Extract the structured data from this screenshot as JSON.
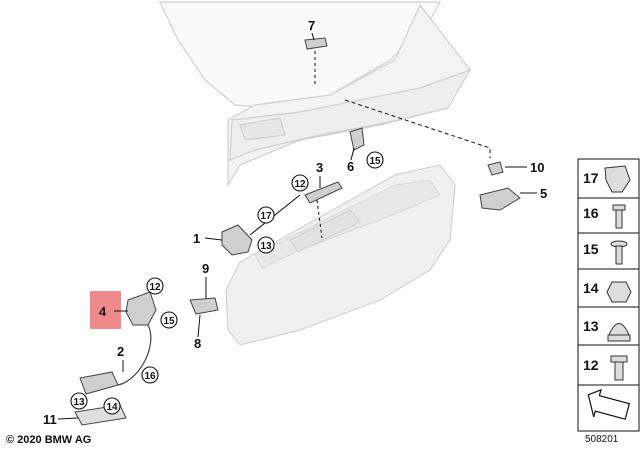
{
  "parts": {
    "p1": "1",
    "p2": "2",
    "p3": "3",
    "p4": "4",
    "p5": "5",
    "p6": "6",
    "p7": "7",
    "p8": "8",
    "p9": "9",
    "p10": "10",
    "p11": "11",
    "c12a": "12",
    "c12b": "12",
    "c13a": "13",
    "c13b": "13",
    "c14": "14",
    "c15a": "15",
    "c15b": "15",
    "c16": "16",
    "c17a": "17"
  },
  "legend": [
    "17",
    "16",
    "15",
    "14",
    "13",
    "12"
  ],
  "copyright": "© 2020 BMW AG",
  "reference": "508201",
  "colors": {
    "highlight": "#f08a8a",
    "outline": "#111111",
    "bodyFill": "#f1f1f1",
    "bodyStroke": "#d4d4d4"
  }
}
